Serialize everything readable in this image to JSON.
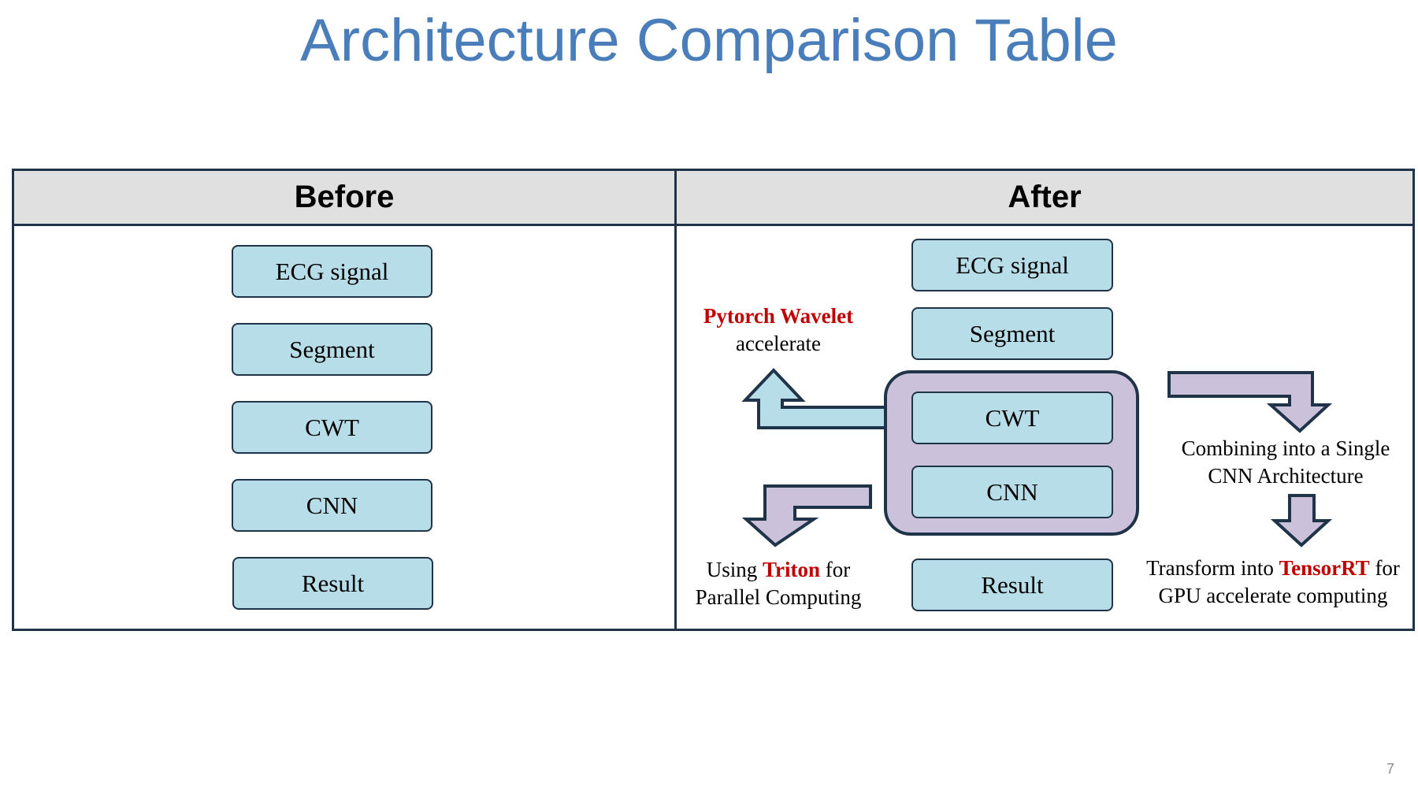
{
  "slide": {
    "title": "Architecture Comparison Table",
    "page_number": "7"
  },
  "table": {
    "before_header": "Before",
    "after_header": "After"
  },
  "before": {
    "steps": [
      "ECG signal",
      "Segment",
      "CWT",
      "CNN",
      "Result"
    ]
  },
  "after": {
    "steps": [
      "ECG signal",
      "Segment",
      "CWT",
      "CNN",
      "Result"
    ]
  },
  "annotations": {
    "pytorch": {
      "highlight": "Pytorch Wavelet",
      "line2": "accelerate"
    },
    "triton": {
      "prefix": "Using ",
      "highlight": "Triton",
      "suffix": " for",
      "line2": "Parallel Computing"
    },
    "combine": {
      "line1": "Combining into a Single",
      "line2": "CNN Architecture"
    },
    "tensorrt": {
      "prefix": "Transform into ",
      "highlight": "TensorRT",
      "suffix": " for",
      "line2": "GPU accelerate computing"
    }
  },
  "colors": {
    "title": "#4a7ebb",
    "box_fill": "#b7dde8",
    "group_fill": "#ccc1da",
    "border": "#1f3349",
    "header_fill": "#e0e0e0",
    "accent": "#c00000"
  }
}
